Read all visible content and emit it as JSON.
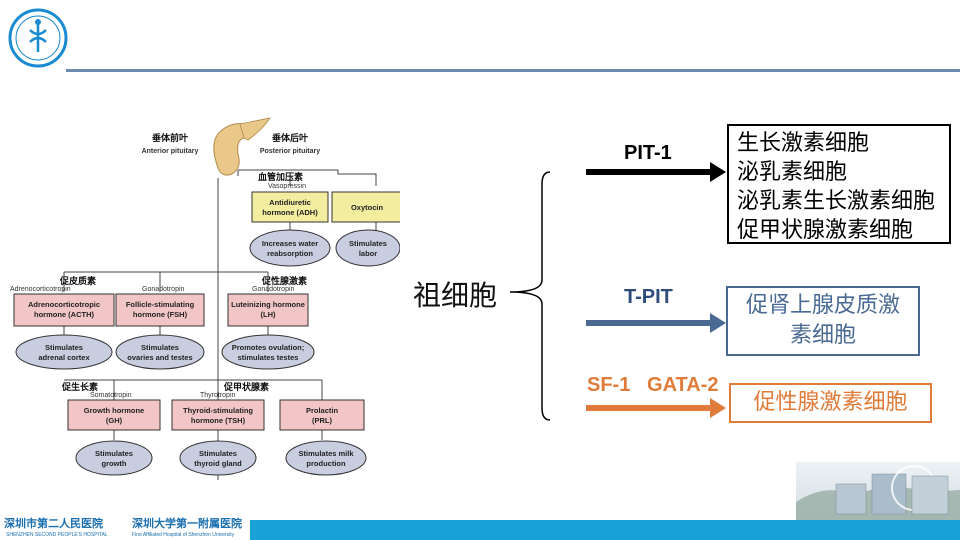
{
  "header": {
    "logo_icon": "hospital-emblem-icon"
  },
  "diagram": {
    "anterior_zh": "垂体前叶",
    "anterior_en": "Anterior pituitary",
    "posterior_zh": "垂体后叶",
    "posterior_en": "Posterior pituitary",
    "vasopressin_zh": "血管加压素",
    "vasopressin_en": "Vasopressin",
    "adh": [
      "Antidiuretic",
      "hormone (ADH)"
    ],
    "oxytocin": "Oxytocin",
    "adh_effect": [
      "Increases water",
      "reabsorption"
    ],
    "oxytocin_effect": [
      "Stimulates",
      "labor"
    ],
    "acth_zh": "促皮质素",
    "acth_en": "Adrenocorticotropin",
    "gonado1_en": "Gonadotropin",
    "gonado_zh": "促性腺激素",
    "gonado2_en": "Gonadotropin",
    "acth_box": [
      "Adrenocorticotropic",
      "hormone (ACTH)"
    ],
    "fsh_box": [
      "Follicle-stimulating",
      "hormone (FSH)"
    ],
    "lh_box": [
      "Luteinizing hormone",
      "(LH)"
    ],
    "acth_effect": [
      "Stimulates",
      "adrenal cortex"
    ],
    "fsh_effect": [
      "Stimulates",
      "ovaries and testes"
    ],
    "lh_effect": [
      "Promotes ovulation;",
      "stimulates testes"
    ],
    "gh_zh": "促生长素",
    "gh_en": "Somatotropin",
    "tsh_zh": "促甲状腺素",
    "tsh_en": "Thyrotropin",
    "gh_box": [
      "Growth hormone",
      "(GH)"
    ],
    "tsh_box": [
      "Thyroid-stimulating",
      "hormone (TSH)"
    ],
    "prl_box": [
      "Prolactin",
      "(PRL)"
    ],
    "gh_effect": [
      "Stimulates",
      "growth"
    ],
    "tsh_effect": [
      "Stimulates",
      "thyroid gland"
    ],
    "prl_effect": [
      "Stimulates milk",
      "production"
    ]
  },
  "main": {
    "progenitor": "祖细胞",
    "pit1": {
      "label": "PIT-1",
      "color": "#000000",
      "cells": [
        "生长激素细胞",
        "泌乳素细胞",
        "泌乳素生长激素细胞",
        "促甲状腺激素细胞"
      ]
    },
    "tpit": {
      "label": "T-PIT",
      "color": "#4a6a94",
      "cells": [
        "促肾上腺皮质激",
        "素细胞"
      ]
    },
    "sf1": {
      "label": "SF-1   GATA-2",
      "color": "#e07b39",
      "cells": [
        "促性腺激素细胞"
      ]
    }
  },
  "footer": {
    "hospital1_zh": "深圳市第二人民医院",
    "hospital1_en": "SHENZHEN SECOND PEOPLE'S HOSPITAL",
    "hospital2_zh": "深圳大学第一附属医院",
    "hospital2_en": "First Affiliated Hospital of Shenzhen University",
    "accent": "#18a2d8"
  }
}
